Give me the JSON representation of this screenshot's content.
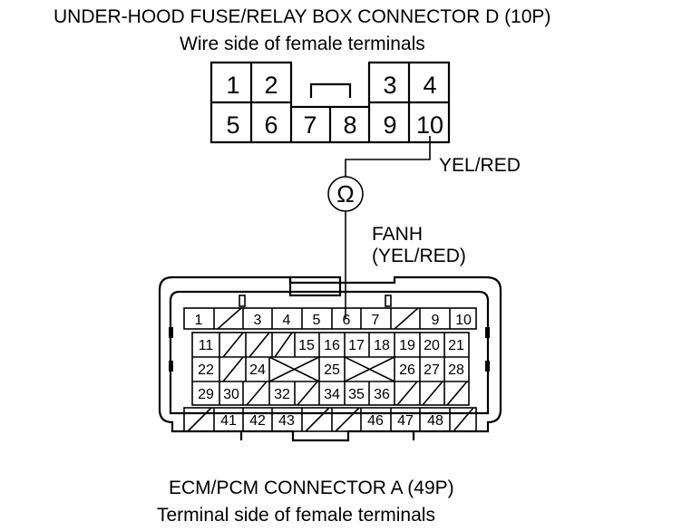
{
  "fuse_box": {
    "title": "UNDER-HOOD FUSE/RELAY BOX CONNECTOR D (10P)",
    "subtitle": "Wire side of female terminals",
    "terminals": [
      "1",
      "2",
      "3",
      "4",
      "5",
      "6",
      "7",
      "8",
      "9",
      "10"
    ]
  },
  "wire_label_top": "YEL/RED",
  "ohm_symbol": "Ω",
  "signal": {
    "name": "FANH",
    "color": "(YEL/RED)"
  },
  "ecm": {
    "title": "ECM/PCM CONNECTOR A (49P)",
    "subtitle": "Terminal side of female terminals",
    "row1": [
      "1",
      "3",
      "4",
      "5",
      "6",
      "7",
      "9",
      "10"
    ],
    "row2": [
      "11",
      "15",
      "16",
      "17",
      "18",
      "19",
      "20",
      "21"
    ],
    "row3": [
      "22",
      "24",
      "25",
      "26",
      "27",
      "28"
    ],
    "row4": [
      "29",
      "30",
      "32",
      "34",
      "35",
      "36"
    ],
    "row5": [
      "41",
      "42",
      "43",
      "46",
      "47",
      "48"
    ]
  }
}
